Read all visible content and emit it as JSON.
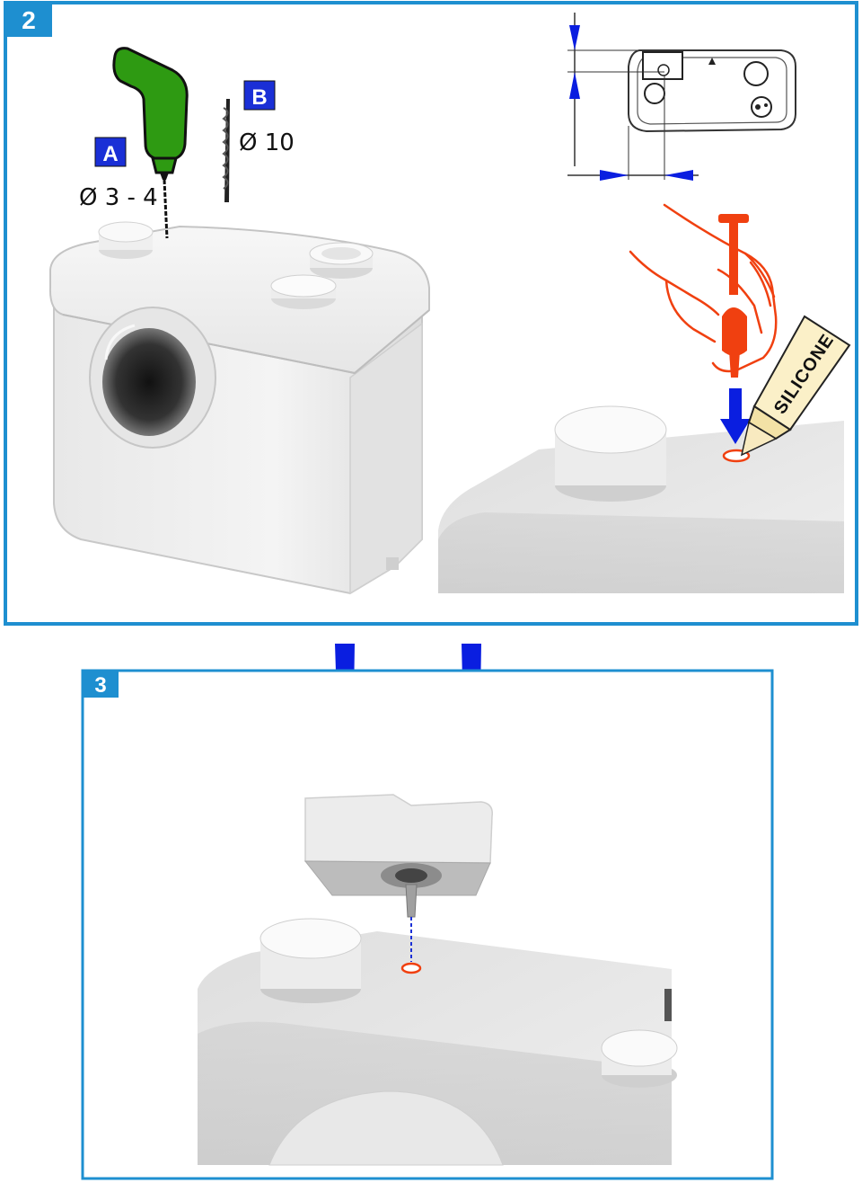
{
  "panel2": {
    "step_number": "2",
    "label_a": "A",
    "label_b": "B",
    "drill_a_size": "Ø 3 - 4",
    "drill_b_size": "Ø 10",
    "tube_label": "SILICONE"
  },
  "panel3": {
    "step_number": "3"
  },
  "colors": {
    "frame_blue": "#1e8fd0",
    "badge_blue": "#1a2fd6",
    "arrow_blue": "#0a1ee0",
    "drill_green": "#2e9a12",
    "hand_red": "#f04010",
    "tube_yellow": "#fbf0c8"
  }
}
